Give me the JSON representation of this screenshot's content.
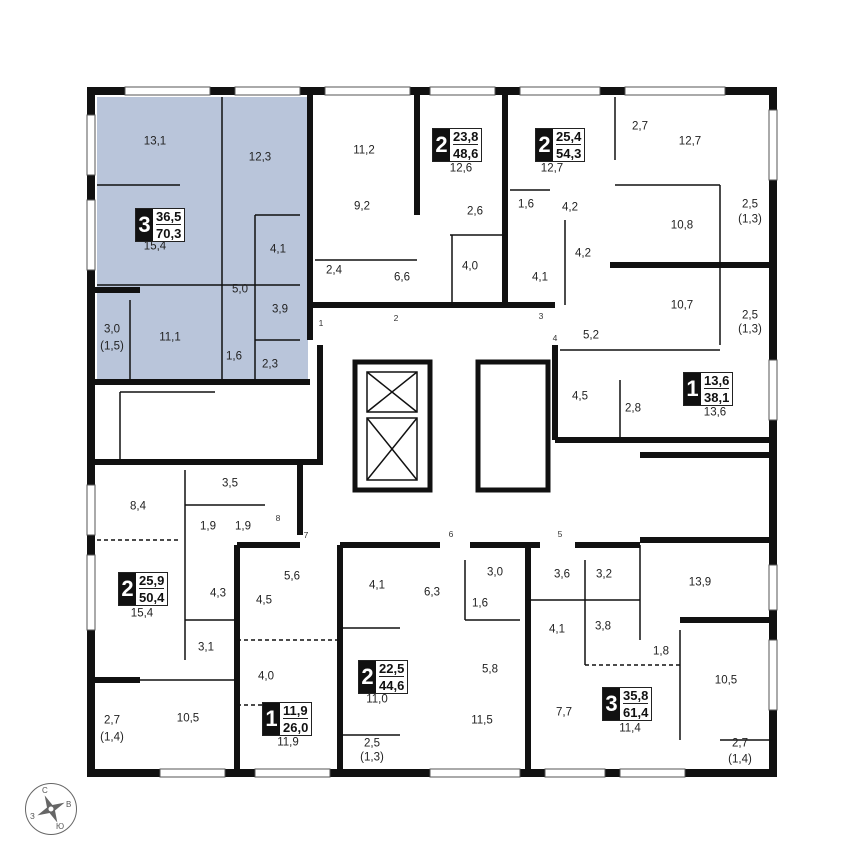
{
  "colors": {
    "highlight": "#B9C5DA",
    "wall": "#111111"
  },
  "apartments": [
    {
      "rooms": "3",
      "living": "36,5",
      "total": "70,3",
      "highlighted": true
    },
    {
      "rooms": "2",
      "living": "23,8",
      "total": "48,6"
    },
    {
      "rooms": "2",
      "living": "25,4",
      "total": "54,3"
    },
    {
      "rooms": "1",
      "living": "13,6",
      "total": "38,1"
    },
    {
      "rooms": "2",
      "living": "25,9",
      "total": "50,4"
    },
    {
      "rooms": "1",
      "living": "11,9",
      "total": "26,0"
    },
    {
      "rooms": "2",
      "living": "22,5",
      "total": "44,6"
    },
    {
      "rooms": "3",
      "living": "35,8",
      "total": "61,4"
    }
  ],
  "room_areas": [
    "13,1",
    "12,3",
    "15,4",
    "4,1",
    "5,0",
    "3,9",
    "3,0",
    "(1,5)",
    "11,1",
    "1,6",
    "2,3",
    "11,2",
    "9,2",
    "2,4",
    "6,6",
    "12,6",
    "2,6",
    "4,0",
    "12,7",
    "1,6",
    "4,2",
    "4,1",
    "4,2",
    "2,7",
    "12,7",
    "10,8",
    "2,5",
    "(1,3)",
    "13,6",
    "10,7",
    "2,5",
    "(1,3)",
    "5,2",
    "4,5",
    "2,8",
    "8,4",
    "3,5",
    "1,9",
    "1,9",
    "15,4",
    "4,3",
    "3,1",
    "10,5",
    "2,7",
    "(1,4)",
    "5,6",
    "4,5",
    "4,0",
    "11,9",
    "4,1",
    "6,3",
    "3,0",
    "1,6",
    "5,8",
    "11,5",
    "11,0",
    "2,5",
    "(1,3)",
    "3,6",
    "3,2",
    "4,1",
    "3,8",
    "1,8",
    "13,9",
    "10,5",
    "7,7",
    "11,4",
    "2,7",
    "(1,4)"
  ],
  "door_numbers": [
    "1",
    "2",
    "3",
    "4",
    "5",
    "6",
    "7",
    "8"
  ],
  "compass": {
    "north": "С",
    "east": "В",
    "south": "Ю",
    "west": "З"
  }
}
